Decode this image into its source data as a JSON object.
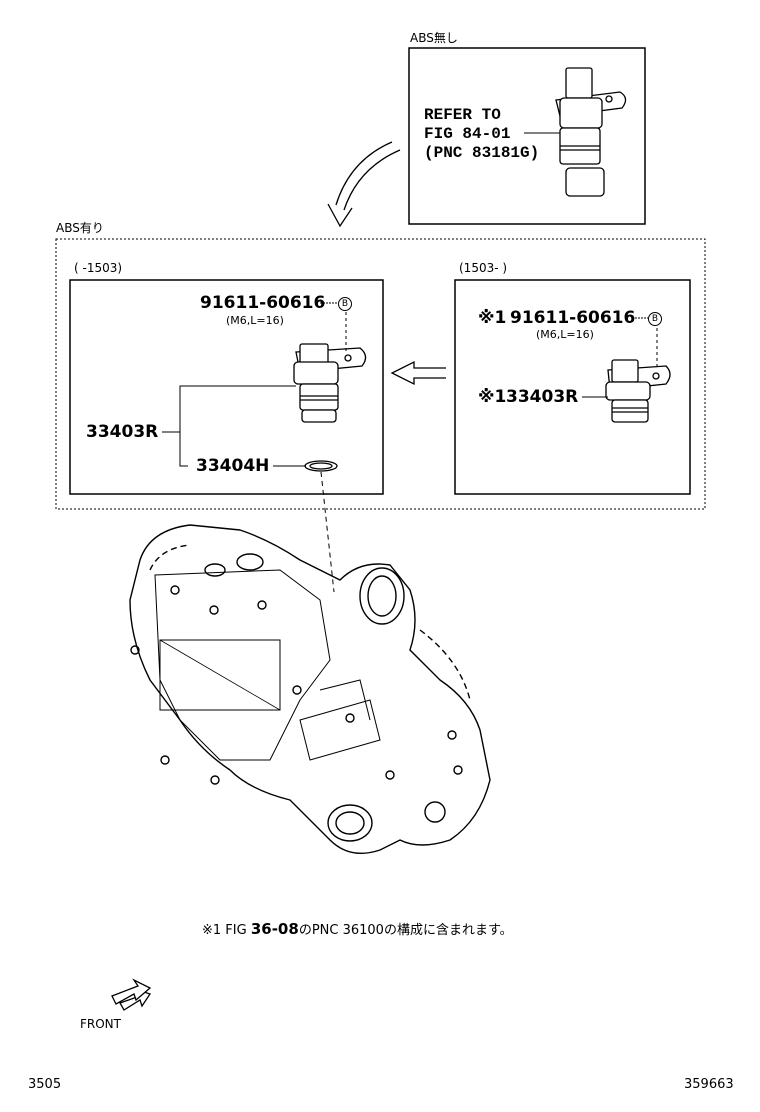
{
  "top_panel": {
    "caption": "ABS無し",
    "refer_lines": [
      "REFER TO",
      "FIG 84-01",
      "(PNC 83181G)"
    ]
  },
  "abs_panel": {
    "caption": "ABS有り",
    "left": {
      "range": "(      -1503)",
      "bolt_part": "91611-60616",
      "bolt_spec": "(M6,L=16)",
      "bolt_mark": "B",
      "sensor_part": "33403R",
      "ring_part": "33404H"
    },
    "right": {
      "range": "(1503-      )",
      "bolt_prefix": "※1",
      "bolt_part": "91611-60616",
      "bolt_spec": "(M6,L=16)",
      "bolt_mark": "B",
      "sensor_prefix": "※1",
      "sensor_part": "33403R"
    }
  },
  "footnote": {
    "prefix": "※1 FIG",
    "fig": "36-08",
    "suffix": "のPNC 36100の構成に含まれます。"
  },
  "front_label": "FRONT",
  "page_code_left": "3505",
  "page_code_right": "359663",
  "icons": [
    "front-arrow-icon",
    "curved-arrow-icon",
    "left-arrow-icon"
  ]
}
